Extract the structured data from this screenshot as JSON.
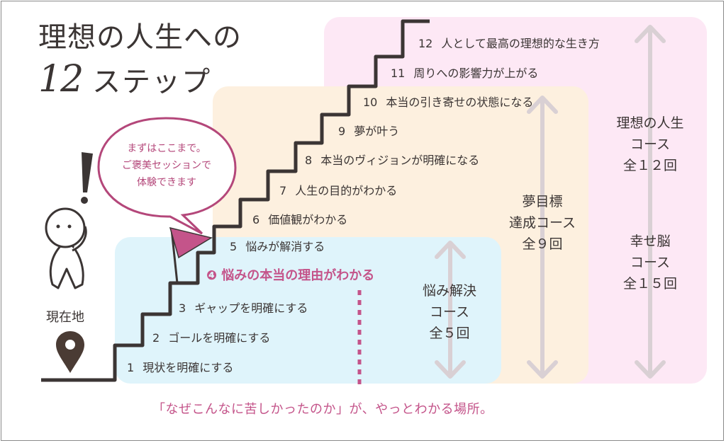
{
  "title": {
    "line1": "理想の人生への",
    "number": "12",
    "line2": "ステップ"
  },
  "steps": [
    {
      "n": "1",
      "label": "現状を明確にする"
    },
    {
      "n": "2",
      "label": "ゴールを明確にする"
    },
    {
      "n": "3",
      "label": "ギャップを明確にする"
    },
    {
      "n": "❹",
      "label": "悩みの本当の理由がわかる"
    },
    {
      "n": "5",
      "label": "悩みが解消する"
    },
    {
      "n": "6",
      "label": "価値観がわかる"
    },
    {
      "n": "7",
      "label": "人生の目的がわかる"
    },
    {
      "n": "8",
      "label": "本当のヴィジョンが明確になる"
    },
    {
      "n": "9",
      "label": "夢が叶う"
    },
    {
      "n": "10",
      "label": "本当の引き寄せの状態になる"
    },
    {
      "n": "11",
      "label": "周りへの影響力が上がる"
    },
    {
      "n": "12",
      "label": "人として最高の理想的な生き方"
    }
  ],
  "courses": {
    "worry": {
      "line1": "悩み解決",
      "line2": "コース",
      "line3": "全５回"
    },
    "dream": {
      "line1": "夢目標",
      "line2": "達成コース",
      "line3": "全９回"
    },
    "ideal": {
      "line1": "理想の人生",
      "line2": "コース",
      "line3": "全１２回"
    },
    "happy": {
      "line1": "幸せ脳",
      "line2": "コース",
      "line3": "全１５回"
    }
  },
  "bubble": {
    "line1": "まずはここまで。",
    "line2": "ご褒美セッションで",
    "line3": "体験できます"
  },
  "location_label": "現在地",
  "footer": "「なぜこんなに苦しかったのか」が、やっとわかる場所。",
  "colors": {
    "accent": "#c4548a",
    "text": "#3b3534",
    "pink_panel": "#fde8f5",
    "peach_panel": "#fdf0df",
    "blue_panel": "#dff4fb"
  }
}
